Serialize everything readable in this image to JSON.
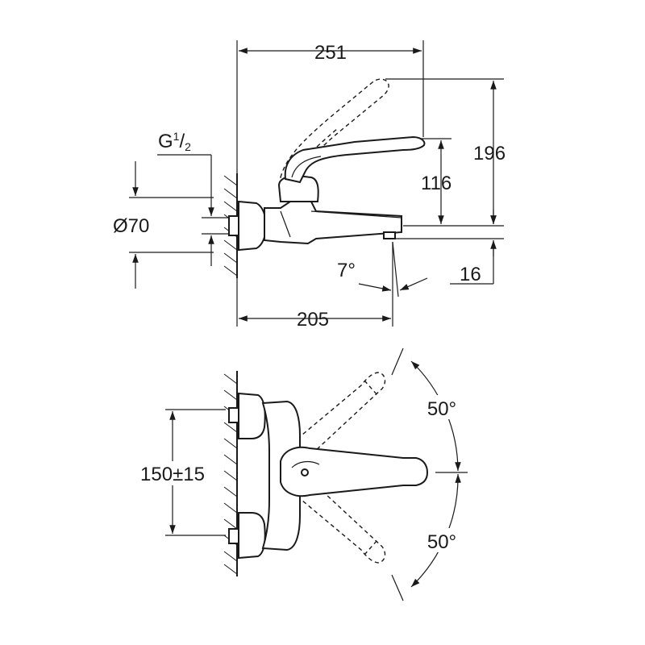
{
  "side_view": {
    "thread_label": {
      "main": "G",
      "num": "1",
      "den": "2"
    },
    "diameter": "Ø70",
    "total_length": "251",
    "total_height": "196",
    "lever_height": "116",
    "spout_angle": "7°",
    "spout_offset": "16",
    "projection": "205"
  },
  "top_view": {
    "centers": "150±15",
    "angle_upper": "50°",
    "angle_lower": "50°"
  }
}
